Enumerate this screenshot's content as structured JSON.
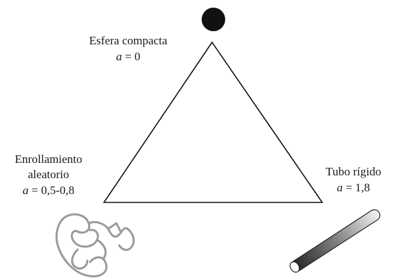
{
  "vertices": {
    "top": {
      "name": "Esfera compacta",
      "param_symbol": "a",
      "param_sep": " = ",
      "param_value": "0"
    },
    "left": {
      "name_line1": "Enrollamiento",
      "name_line2": "aleatorio",
      "param_symbol": "a",
      "param_sep": " = ",
      "param_value": "0,5-0,8"
    },
    "right": {
      "name": "Tubo rígido",
      "param_symbol": "a",
      "param_sep": " = ",
      "param_value": "1,8"
    }
  },
  "colors": {
    "triangle": "#111111",
    "sphere": "#111111",
    "coil": "#9a9a9a",
    "rod_dark": "#2a2a2a",
    "rod_light": "#f2f2f2"
  },
  "icons": {
    "top": "solid-sphere-icon",
    "left": "random-coil-icon",
    "right": "rigid-rod-icon"
  }
}
